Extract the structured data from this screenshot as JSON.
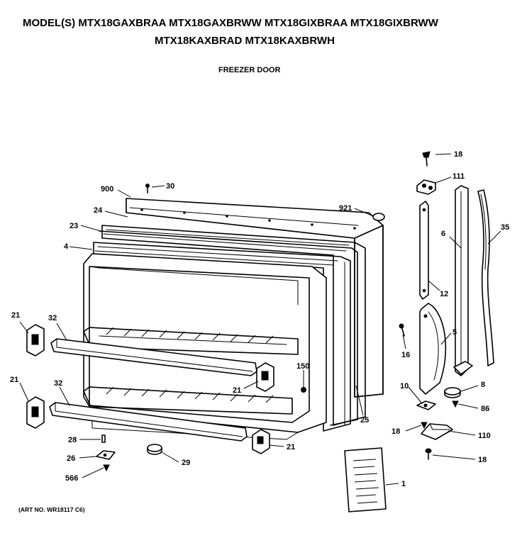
{
  "header": {
    "models_line1": "MODEL(S) MTX18GAXBRAA  MTX18GAXBRWW  MTX18GIXBRAA  MTX18GIXBRWW",
    "models_line2": "MTX18KAXBRAD  MTX18KAXBRWH",
    "section_title": "FREEZER DOOR"
  },
  "footer": {
    "art_number": "(ART NO. WR18117 C6)"
  },
  "callouts": [
    {
      "id": "18-top",
      "label": "18"
    },
    {
      "id": "111",
      "label": "111"
    },
    {
      "id": "30",
      "label": "30"
    },
    {
      "id": "900",
      "label": "900"
    },
    {
      "id": "921",
      "label": "921"
    },
    {
      "id": "24",
      "label": "24"
    },
    {
      "id": "23",
      "label": "23"
    },
    {
      "id": "4",
      "label": "4"
    },
    {
      "id": "6",
      "label": "6"
    },
    {
      "id": "35",
      "label": "35"
    },
    {
      "id": "12",
      "label": "12"
    },
    {
      "id": "21-left-top",
      "label": "21"
    },
    {
      "id": "32-top",
      "label": "32"
    },
    {
      "id": "16",
      "label": "16"
    },
    {
      "id": "5",
      "label": "5"
    },
    {
      "id": "150",
      "label": "150"
    },
    {
      "id": "21-mid",
      "label": "21"
    },
    {
      "id": "21-left-bottom",
      "label": "21"
    },
    {
      "id": "32-bottom",
      "label": "32"
    },
    {
      "id": "10",
      "label": "10"
    },
    {
      "id": "8",
      "label": "8"
    },
    {
      "id": "86",
      "label": "86"
    },
    {
      "id": "25",
      "label": "25"
    },
    {
      "id": "18-mid",
      "label": "18"
    },
    {
      "id": "110",
      "label": "110"
    },
    {
      "id": "28",
      "label": "28"
    },
    {
      "id": "21-bottom",
      "label": "21"
    },
    {
      "id": "26",
      "label": "26"
    },
    {
      "id": "29",
      "label": "29"
    },
    {
      "id": "18-bottom",
      "label": "18"
    },
    {
      "id": "566",
      "label": "566"
    },
    {
      "id": "1",
      "label": "1"
    }
  ]
}
